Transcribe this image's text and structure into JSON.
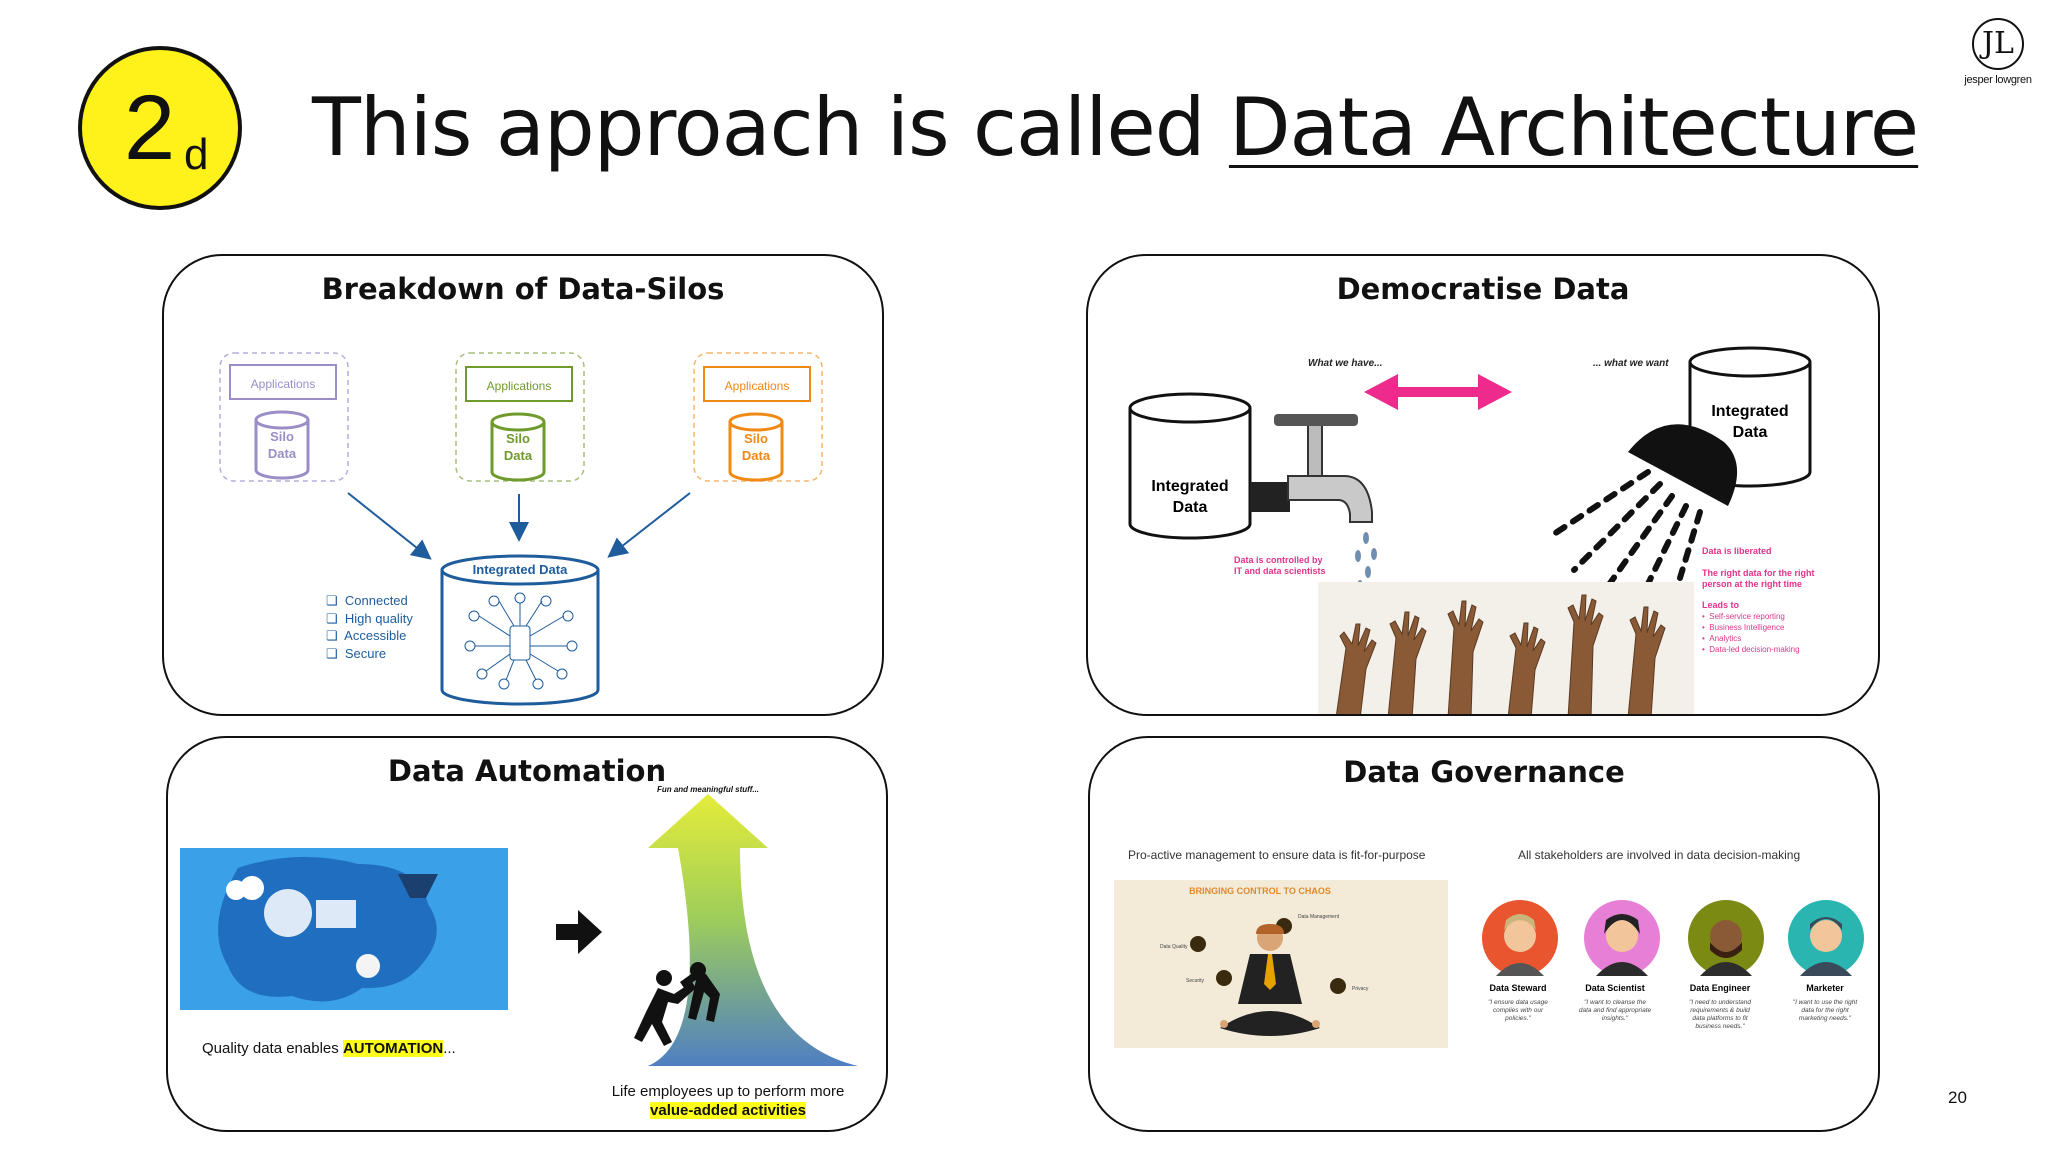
{
  "slide": {
    "badge_number": "2",
    "badge_sub": "d",
    "title_prefix": "This approach is called ",
    "title_link": "Data Architecture",
    "logo_letters": "JL",
    "logo_name": "jesper lowgren",
    "page_number": "20"
  },
  "panels": {
    "silos": {
      "title": "Breakdown of Data-Silos",
      "app_label": "Applications",
      "silo_line1": "Silo",
      "silo_line2": "Data",
      "integrated_label": "Integrated Data",
      "checklist": [
        "Connected",
        "High quality",
        "Accessible",
        "Secure"
      ],
      "colors": {
        "purple": "#9b8ec7",
        "green": "#6f9a2c",
        "orange": "#f08a14",
        "blue": "#1f5c9c"
      }
    },
    "democratise": {
      "title": "Democratise Data",
      "have_label": "What we have...",
      "want_label": "... what we want",
      "left_db_line1": "Integrated",
      "left_db_line2": "Data",
      "right_db_line1": "Integrated",
      "right_db_line2": "Data",
      "controlled_line1": "Data is controlled by",
      "controlled_line2": "IT and data scientists",
      "liberated": "Data is liberated",
      "right_data_line1": "The right data for the right",
      "right_data_line2": "person at the right time",
      "leads_to": "Leads to",
      "leads_items": [
        "Self-service reporting",
        "Business Intelligence",
        "Analytics",
        "Data-led decision-making"
      ],
      "arrow_color": "#ee2a8c"
    },
    "automation": {
      "title": "Data Automation",
      "fun_label": "Fun and meaningful stuff...",
      "quality_prefix": "Quality data enables ",
      "quality_highlight": "AUTOMATION",
      "quality_suffix": "...",
      "life_line": "Life employees up to perform more",
      "life_highlight": "value-added activities"
    },
    "governance": {
      "title": "Data Governance",
      "proactive": "Pro-active management to ensure data is fit-for-purpose",
      "stakeholders": "All stakeholders are involved in data decision-making",
      "chaos_title": "BRINGING CONTROL TO CHAOS",
      "chaos_labels": [
        "Data Management",
        "Data Quality",
        "Security",
        "Privacy"
      ],
      "roles": [
        {
          "name": "Data Steward",
          "quote_lines": [
            "\"I ensure data usage",
            "complies with our",
            "policies.\""
          ],
          "color": "#e8552f"
        },
        {
          "name": "Data Scientist",
          "quote_lines": [
            "\"I want to cleanse the",
            "data and find appropriate",
            "insights.\""
          ],
          "color": "#e77fd6"
        },
        {
          "name": "Data Engineer",
          "quote_lines": [
            "\"I need to understand",
            "requirements & build",
            "data platforms to fit",
            "business needs.\""
          ],
          "color": "#7a8a12"
        },
        {
          "name": "Marketer",
          "quote_lines": [
            "\"I want to use the right",
            "data for the right",
            "marketing needs.\""
          ],
          "color": "#2ab5b0"
        }
      ]
    }
  }
}
